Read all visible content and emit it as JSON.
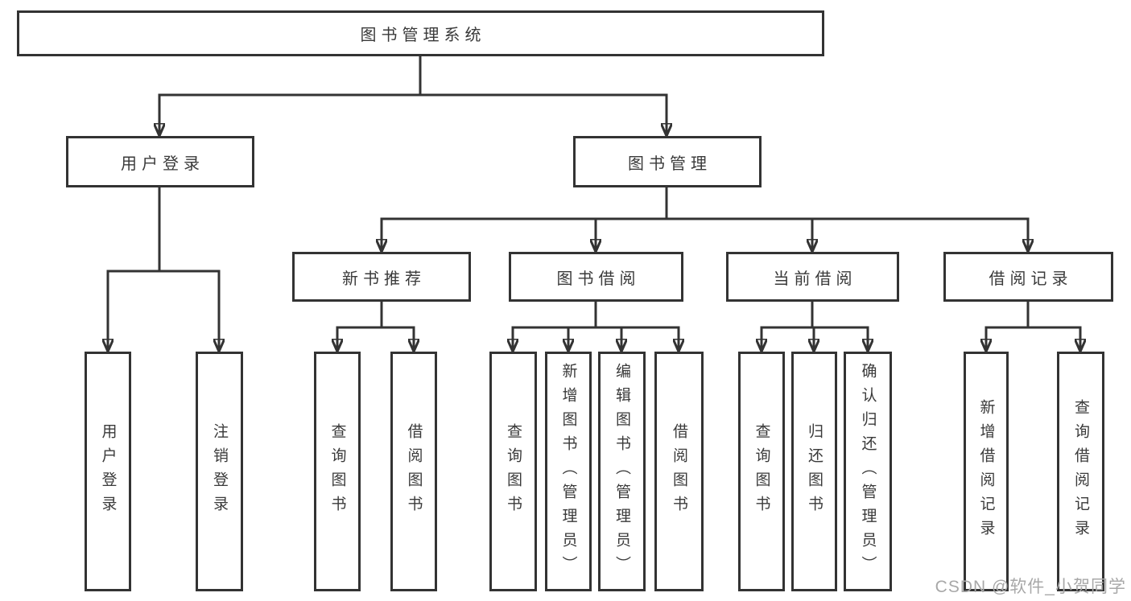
{
  "colors": {
    "line": "#333333",
    "text": "#3a3a3a",
    "watermark": "#a8a8a8",
    "background": "#ffffff"
  },
  "watermark": {
    "text": "CSDN @软件_小贺同学"
  },
  "tree": {
    "root": {
      "label": "图书管理系统",
      "children": [
        {
          "label": "用户登录",
          "children": [
            {
              "label": "用户登录"
            },
            {
              "label": "注销登录"
            }
          ]
        },
        {
          "label": "图书管理",
          "children": [
            {
              "label": "新书推荐",
              "children": [
                {
                  "label": "查询图书"
                },
                {
                  "label": "借阅图书"
                }
              ]
            },
            {
              "label": "图书借阅",
              "children": [
                {
                  "label": "查询图书"
                },
                {
                  "label": "新增图书（管理员）"
                },
                {
                  "label": "编辑图书（管理员）"
                },
                {
                  "label": "借阅图书"
                }
              ]
            },
            {
              "label": "当前借阅",
              "children": [
                {
                  "label": "查询图书"
                },
                {
                  "label": "归还图书"
                },
                {
                  "label": "确认归还（管理员）"
                }
              ]
            },
            {
              "label": "借阅记录",
              "children": [
                {
                  "label": "新增借阅记录"
                },
                {
                  "label": "查询借阅记录"
                }
              ]
            }
          ]
        }
      ]
    }
  }
}
